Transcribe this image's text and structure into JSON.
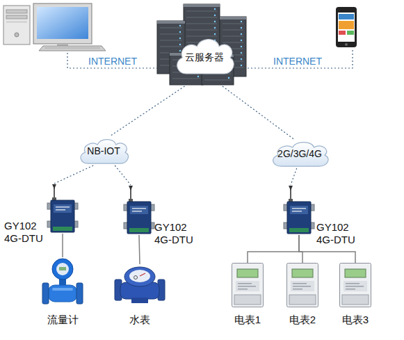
{
  "diagram": {
    "nodes": [
      {
        "text": [
          "云服务器"
        ]
      },
      {
        "text": [
          "NB-IOT"
        ]
      },
      {
        "text": [
          "2G/3G/4G"
        ]
      },
      {
        "text": [
          "GY102 4G-DTU"
        ]
      },
      {
        "text": [
          "GY102 4G-DTU"
        ]
      },
      {
        "text": [
          "GY102 4G-DTU"
        ]
      },
      {
        "text": [
          "流量计"
        ]
      },
      {
        "text": [
          "水表"
        ]
      },
      {
        "text": [
          "电表1"
        ]
      },
      {
        "text": [
          "电表2"
        ]
      },
      {
        "text": [
          "电表3"
        ]
      }
    ],
    "edges": [
      {
        "from": 0,
        "to": 1,
        "arrow": "none"
      },
      {
        "from": 0,
        "to": 2,
        "arrow": "none"
      },
      {
        "from": 1,
        "to": 3,
        "arrow": "none"
      },
      {
        "from": 1,
        "to": 4,
        "arrow": "none"
      },
      {
        "from": 2,
        "to": 5,
        "arrow": "none"
      },
      {
        "from": 3,
        "to": 6,
        "arrow": "none"
      },
      {
        "from": 4,
        "to": 7,
        "arrow": "none"
      },
      {
        "from": 5,
        "to": 8,
        "arrow": "none"
      },
      {
        "from": 5,
        "to": 9,
        "arrow": "none"
      },
      {
        "from": 5,
        "to": 10,
        "arrow": "none"
      }
    ],
    "labels": [
      "INTERNET",
      "INTERNET"
    ]
  }
}
